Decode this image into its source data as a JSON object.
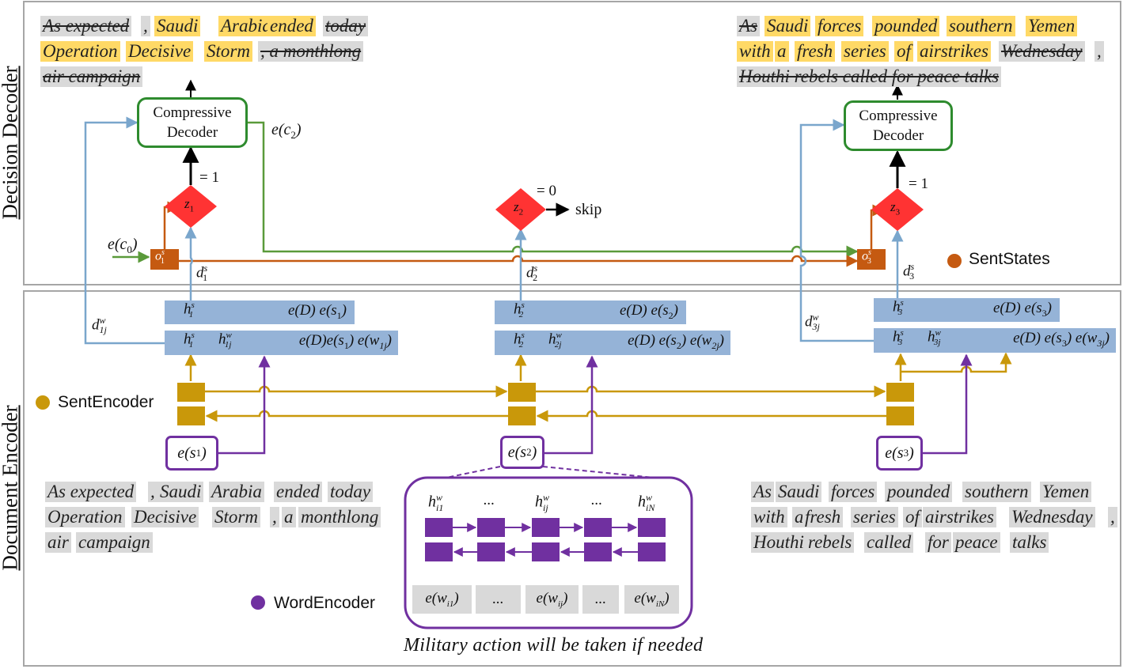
{
  "panels": {
    "decoder_title": "Decision Decoder",
    "encoder_title": "Document Encoder"
  },
  "legend": {
    "sent_states": "SentStates",
    "sent_encoder": "SentEncoder",
    "word_encoder": "WordEncoder"
  },
  "colors": {
    "highlight": "#ffd966",
    "token_bg": "#d9d9d9",
    "state_bar": "#95b3d7",
    "decision": "#ff3333",
    "sent_encoder": "#c9980a",
    "word_encoder": "#7030a0",
    "sent_states": "#c55a11",
    "decoder_border": "#2e8b2e",
    "link_blue": "#7aa6cc"
  },
  "decoders": {
    "d1": {
      "line1": "Compressive",
      "line2": "Decoder"
    },
    "d3": {
      "line1": "Compressive",
      "line2": "Decoder"
    }
  },
  "decisions": {
    "z1": {
      "base": "z",
      "sub": "1",
      "eq": "= 1"
    },
    "z2": {
      "base": "z",
      "sub": "2",
      "eq": "= 0",
      "action": "skip"
    },
    "z3": {
      "base": "z",
      "sub": "3",
      "eq": "= 1"
    }
  },
  "labels": {
    "ec2": "e(c",
    "ec2_sub": "2",
    "ec0": "e(c",
    "ec0_sub": "0",
    "d1s": "d",
    "d1s_sub": "1",
    "d1s_sup": "s",
    "d2s": "d",
    "d2s_sub": "2",
    "d2s_sup": "s",
    "d3s": "d",
    "d3s_sub": "3",
    "d3s_sup": "s",
    "d1jw": "d",
    "d1jw_sub": "1j",
    "d1jw_sup": "w",
    "d3jw": "d",
    "d3jw_sub": "3j",
    "d3jw_sup": "w",
    "o1": "o",
    "o1_sub": "1",
    "o1_sup": "s",
    "o3": "o",
    "o3_sub": "3",
    "o3_sup": "s"
  },
  "state_bars": [
    {
      "top_h": "h",
      "top_sub": "1",
      "top_sup": "s",
      "top_right": "e(D) e(s",
      "top_right_sub": "1",
      "bot_h": "h",
      "bot_sub": "1",
      "bot_sup": "s",
      "bot_w": "h",
      "bot_w_sub": "1j",
      "bot_w_sup": "w",
      "bot_right": "e(D)e(s",
      "bot_right_sub": "1",
      "bot_right2": "e(w",
      "bot_right2_sub": "1j"
    },
    {
      "top_h": "h",
      "top_sub": "2",
      "top_sup": "s",
      "top_right": "e(D) e(s",
      "top_right_sub": "2",
      "bot_h": "h",
      "bot_sub": "2",
      "bot_sup": "s",
      "bot_w": "h",
      "bot_w_sub": "2j",
      "bot_w_sup": "w",
      "bot_right": "e(D) e(s",
      "bot_right_sub": "2",
      "bot_right2": "e(w",
      "bot_right2_sub": "2j"
    },
    {
      "top_h": "h",
      "top_sub": "3",
      "top_sup": "s",
      "top_right": "e(D) e(s",
      "top_right_sub": "3",
      "bot_h": "h",
      "bot_sub": "3",
      "bot_sup": "s",
      "bot_w": "h",
      "bot_w_sub": "3j",
      "bot_w_sup": "w",
      "bot_right": "e(D) e(s",
      "bot_right_sub": "3",
      "bot_right2": "e(w",
      "bot_right2_sub": "3j"
    }
  ],
  "sentence_embeddings": [
    {
      "text": "e(s",
      "sub": "1"
    },
    {
      "text": "e(s",
      "sub": "2"
    },
    {
      "text": "e(s",
      "sub": "3"
    }
  ],
  "word_encoder_detail": {
    "hidden": [
      {
        "base": "h",
        "sub": "i1",
        "sup": "w"
      },
      {
        "base": "...",
        "sub": "",
        "sup": ""
      },
      {
        "base": "h",
        "sub": "ij",
        "sup": "w"
      },
      {
        "base": "...",
        "sub": "",
        "sup": ""
      },
      {
        "base": "h",
        "sub": "iN",
        "sup": "w"
      }
    ],
    "inputs": [
      {
        "base": "e(w",
        "sub": "i1"
      },
      {
        "base": "...",
        "sub": ""
      },
      {
        "base": "e(w",
        "sub": "ij"
      },
      {
        "base": "...",
        "sub": ""
      },
      {
        "base": "e(w",
        "sub": "iN"
      }
    ]
  },
  "sentence2_text": "Military action will be taken if needed",
  "output_sentence1": [
    {
      "t": "As expected",
      "hl": false,
      "del": true
    },
    {
      "t": ",",
      "hl": false,
      "del": false
    },
    {
      "t": "Saudi",
      "hl": true,
      "del": false
    },
    {
      "t": "Arabia",
      "hl": true,
      "del": false
    },
    {
      "t": "ended",
      "hl": true,
      "del": false
    },
    {
      "t": "today",
      "hl": false,
      "del": true
    },
    {
      "t": "Operation",
      "hl": true,
      "del": false
    },
    {
      "t": "Decisive",
      "hl": true,
      "del": false
    },
    {
      "t": "Storm",
      "hl": true,
      "del": false
    },
    {
      "t": ", a monthlong",
      "hl": false,
      "del": true
    },
    {
      "t": "air campaign",
      "hl": false,
      "del": true
    }
  ],
  "output_sentence3": [
    {
      "t": "As",
      "hl": false,
      "del": true
    },
    {
      "t": "Saudi",
      "hl": true,
      "del": false
    },
    {
      "t": "forces",
      "hl": true,
      "del": false
    },
    {
      "t": "pounded",
      "hl": true,
      "del": false
    },
    {
      "t": "southern",
      "hl": true,
      "del": false
    },
    {
      "t": "Yemen",
      "hl": true,
      "del": false
    },
    {
      "t": "with",
      "hl": true,
      "del": false
    },
    {
      "t": "a",
      "hl": true,
      "del": false
    },
    {
      "t": "fresh",
      "hl": true,
      "del": false
    },
    {
      "t": "series",
      "hl": true,
      "del": false
    },
    {
      "t": "of",
      "hl": true,
      "del": false
    },
    {
      "t": "airstrikes",
      "hl": true,
      "del": false
    },
    {
      "t": "Wednesday",
      "hl": false,
      "del": true
    },
    {
      "t": ",",
      "hl": false,
      "del": false
    },
    {
      "t": "Houthi rebels called for peace talks",
      "hl": false,
      "del": true
    }
  ],
  "input_sentence1": [
    "As expected",
    ",",
    "Saudi",
    "Arabia",
    "ended",
    "today",
    "Operation",
    "Decisive",
    "Storm",
    ",",
    "a",
    "monthlong",
    "air",
    "campaign"
  ],
  "input_sentence3": [
    "As",
    "Saudi",
    "forces",
    "pounded",
    "southern",
    "Yemen",
    "with",
    "a",
    "fresh",
    "series",
    "of",
    "airstrikes",
    "Wednesday",
    ",",
    "Houthi",
    "rebels",
    "called",
    "for",
    "peace",
    "talks"
  ]
}
